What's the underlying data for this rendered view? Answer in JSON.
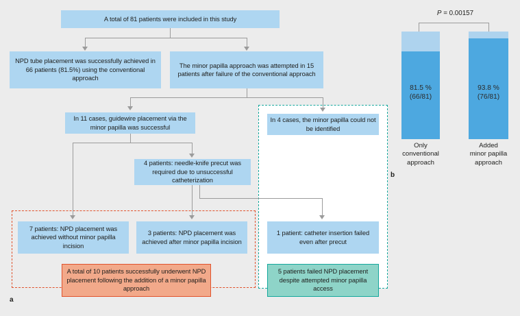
{
  "figure": {
    "panel_a_letter": "a",
    "panel_b_letter": "b"
  },
  "flowchart": {
    "nodes": [
      {
        "id": "n0",
        "text": "A total of 81 patients were included in this study"
      },
      {
        "id": "n1",
        "text": "NPD tube placement was  successfully achieved in 66 patients (81.5%) using the conventional approach"
      },
      {
        "id": "n2",
        "text": "The minor papilla approach was attempted in 15 patients after failure of the conventional approach"
      },
      {
        "id": "n3",
        "text": "In 11 cases, guidewire placement via the minor papilla was successful"
      },
      {
        "id": "n4",
        "text": "In 4 cases, the minor papilla could not be identified"
      },
      {
        "id": "n5",
        "text": "4 patients: needle-knife precut was required due to unsuccessful catheterization"
      },
      {
        "id": "n6",
        "text": "7 patients: NPD placement was achieved without minor papilla incision"
      },
      {
        "id": "n7",
        "text": "3 patients: NPD placement was achieved after minor papilla incision"
      },
      {
        "id": "n8",
        "text": "1 patient: catheter insertion failed even after precut"
      },
      {
        "id": "n9",
        "text": "A total of 10 patients successfully underwent NPD placement following the addition of a minor papilla approach"
      },
      {
        "id": "n10",
        "text": "5 patients failed NPD placement despite attempted minor papilla access"
      }
    ],
    "colors": {
      "node_blue": "#aed6f1",
      "summary_orange_fill": "#f2a98a",
      "summary_orange_border": "#e0522c",
      "summary_teal_fill": "#8ed4c8",
      "summary_teal_border": "#14a79c",
      "connector": "#9b9b9b",
      "background": "#ececec"
    }
  },
  "chart_data": {
    "type": "bar",
    "title": "",
    "categories": [
      "Only conventional approach",
      "Added minor papilla approach"
    ],
    "values": [
      81.5,
      93.8
    ],
    "value_labels": [
      "81.5 %\n(66/81)",
      "93.8 %\n(76/81)"
    ],
    "bars": [
      {
        "category": "Only conventional approach",
        "category_lines": [
          "Only",
          "conventional",
          "approach"
        ],
        "percent": 81.5,
        "percent_label": "81.5 %",
        "fraction_label": "(66/81)",
        "numerator": 66,
        "denominator": 81
      },
      {
        "category": "Added minor papilla approach",
        "category_lines": [
          "Added",
          "minor papilla",
          "approach"
        ],
        "percent": 93.8,
        "percent_label": "93.8 %",
        "fraction_label": "(76/81)",
        "numerator": 76,
        "denominator": 81
      }
    ],
    "annotation": {
      "p_symbol": "P",
      "p_text": " = 0.00157",
      "p_full": "P = 0.00157"
    },
    "xlabel": "",
    "ylabel": "",
    "ylim": [
      0,
      100
    ],
    "grid": false,
    "legend": "none",
    "colors": {
      "bar_fill": "#4da8e0",
      "bar_background": "#aed3ee"
    }
  }
}
